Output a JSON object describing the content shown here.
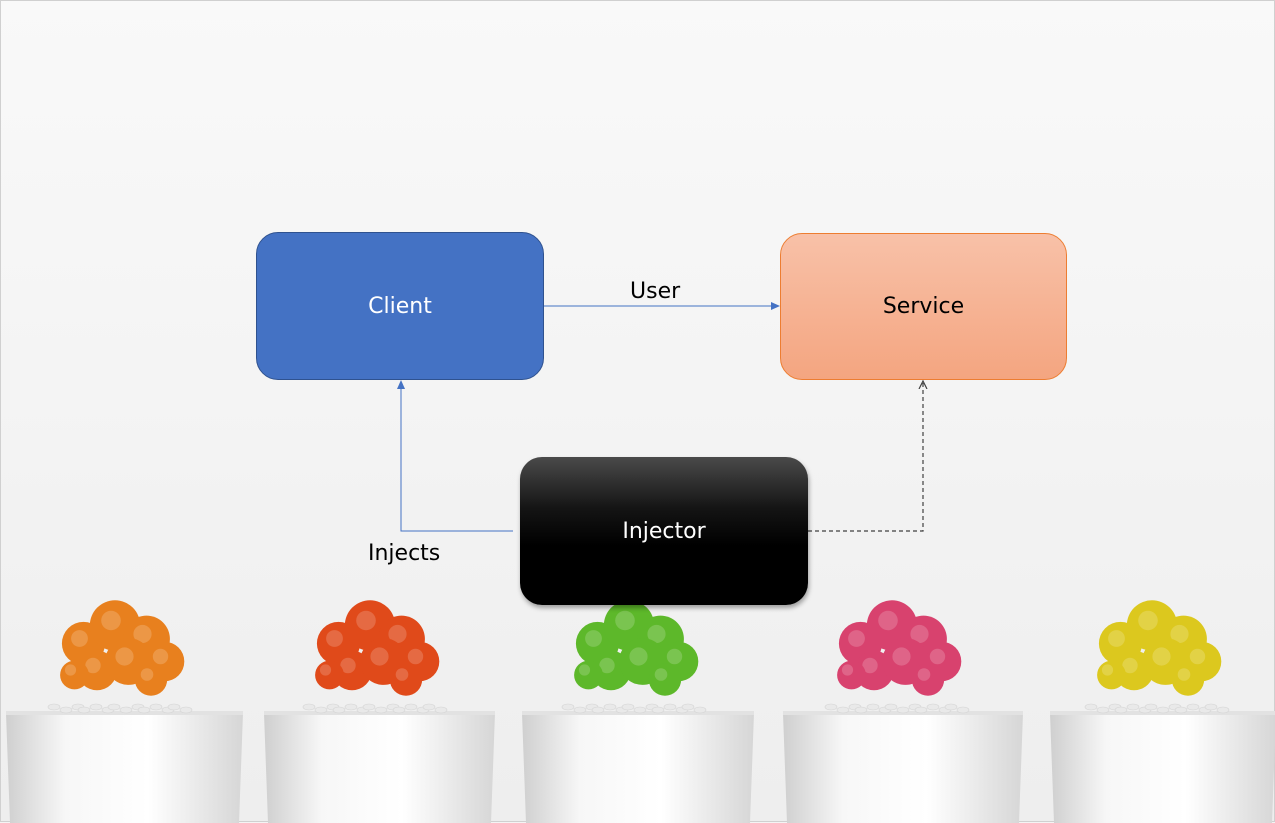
{
  "nodes": {
    "client": "Client",
    "service": "Service",
    "injector": "Injector"
  },
  "edges": {
    "user": "User",
    "injects": "Injects"
  },
  "colors": {
    "client_fill": "#4472c4",
    "service_fill": "#f4a580",
    "injector_fill": "#000000",
    "arrow_blue": "#4472c4",
    "arrow_dashed": "#404040"
  },
  "decor": {
    "pots": [
      {
        "plant": "orange-cactus",
        "color": "#e8801e"
      },
      {
        "plant": "red-cactus",
        "color": "#e04a1a"
      },
      {
        "plant": "green-cactus",
        "color": "#5db82a"
      },
      {
        "plant": "pink-cactus",
        "color": "#d8426e"
      },
      {
        "plant": "yellow-cactus",
        "color": "#dcc81e"
      }
    ]
  }
}
